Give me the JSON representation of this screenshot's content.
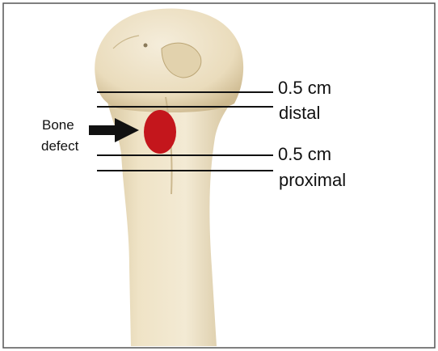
{
  "labels": {
    "bone_defect_line1": "Bone",
    "bone_defect_line2": "defect",
    "distal_measure": "0.5 cm",
    "distal_word": "distal",
    "proximal_measure": "0.5 cm",
    "proximal_word": "proximal"
  },
  "colors": {
    "bone": "#efe4c9",
    "bone_shadow": "#d9c9a3",
    "defect": "#c4161c",
    "line": "#111111",
    "frame": "#444444"
  }
}
